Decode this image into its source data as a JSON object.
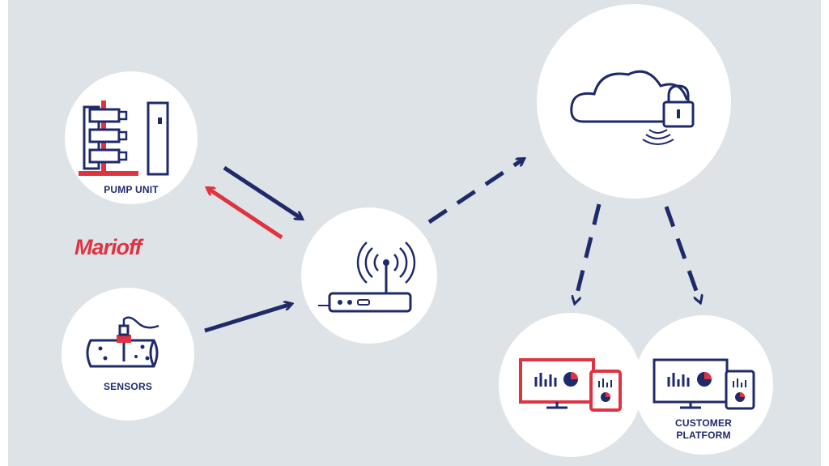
{
  "nodes": {
    "pump_unit": {
      "label": "PUMP UNIT"
    },
    "sensors": {
      "label": "SENSORS"
    },
    "customer_platform": {
      "label_line1": "CUSTOMER",
      "label_line2": "PLATFORM"
    }
  },
  "brand": {
    "logo_text": "Marioff"
  },
  "colors": {
    "background": "#dde3e7",
    "navy": "#1f2a6b",
    "red": "#e03342",
    "node_fill": "#ffffff"
  },
  "icons": {
    "pump_unit": "pump-unit-icon",
    "sensors": "pipe-sensor-icon",
    "gateway": "wireless-router-icon",
    "cloud": "secure-cloud-icon",
    "dashboard_red": "red-monitor-tablet-icon",
    "dashboard_customer": "monitor-tablet-icon"
  }
}
